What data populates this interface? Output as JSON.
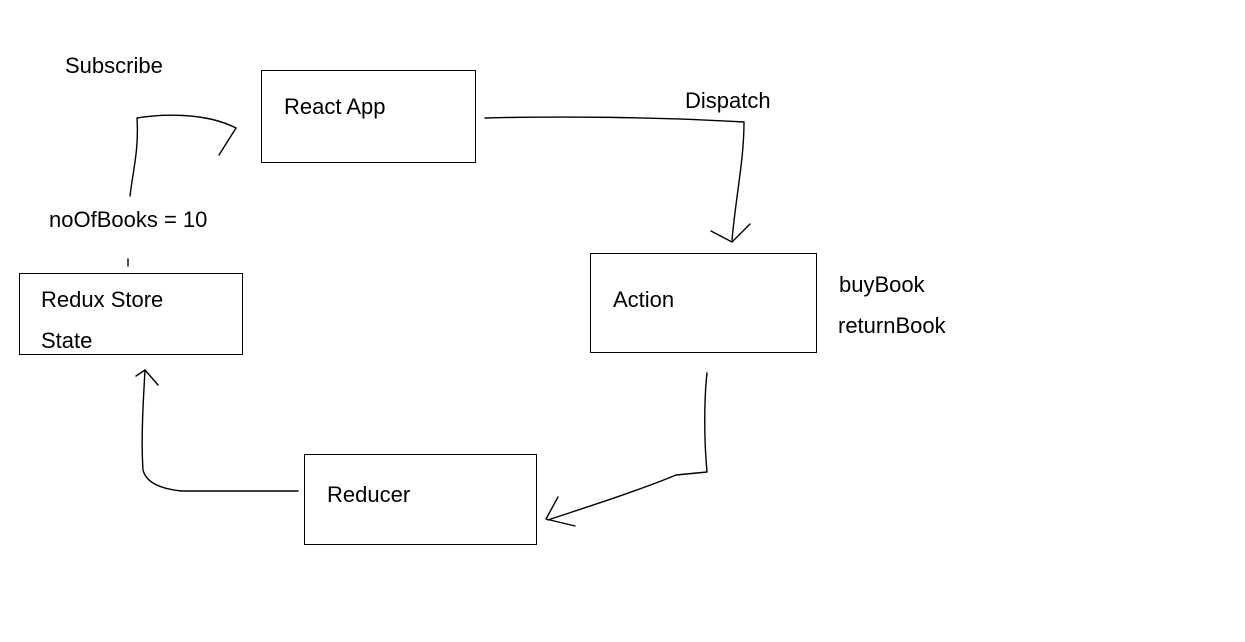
{
  "nodes": {
    "react_app": "React App",
    "action": "Action",
    "reducer": "Reducer",
    "redux_store_line1": "Redux Store",
    "redux_store_line2": "State"
  },
  "edges": {
    "subscribe": "Subscribe",
    "dispatch": "Dispatch",
    "state_value": "noOfBooks = 10"
  },
  "action_types": [
    "buyBook",
    "returnBook"
  ]
}
